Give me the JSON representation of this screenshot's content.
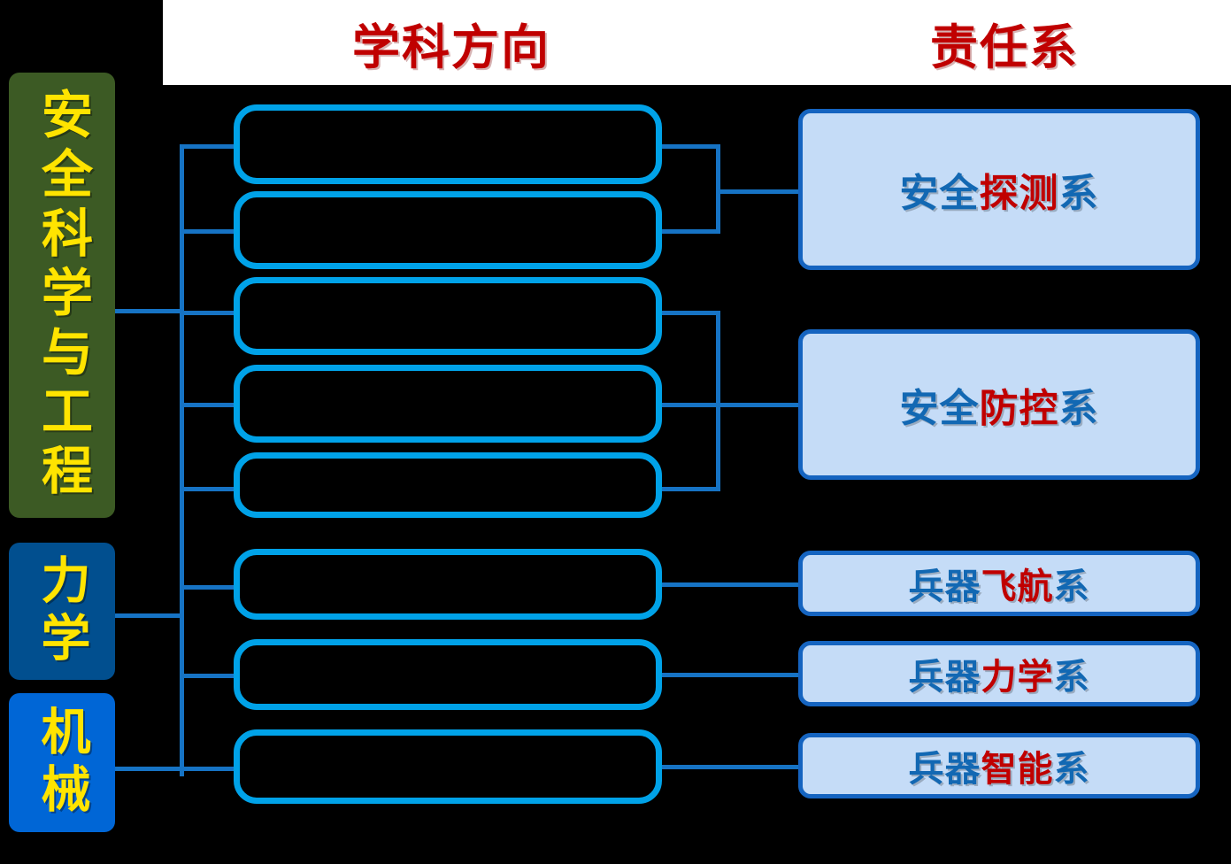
{
  "header": {
    "discipline_label": "学科方向",
    "department_label": "责任系",
    "accent_color": "#c00000",
    "bar_color": "#ffffff"
  },
  "categories": [
    {
      "id": "safety",
      "label": "安全科学与工程",
      "bg": "#3c5a24",
      "text_color": "#ffe400",
      "children": 5
    },
    {
      "id": "mechanics",
      "label": "力学",
      "bg": "#014f8f",
      "text_color": "#ffe400",
      "children": 2
    },
    {
      "id": "machinery",
      "label": "机械",
      "bg": "#0066d6",
      "text_color": "#ffe400",
      "children": 1
    }
  ],
  "directions": [
    {
      "index": 1,
      "label": ""
    },
    {
      "index": 2,
      "label": ""
    },
    {
      "index": 3,
      "label": ""
    },
    {
      "index": 4,
      "label": ""
    },
    {
      "index": 5,
      "label": ""
    },
    {
      "index": 6,
      "label": ""
    },
    {
      "index": 7,
      "label": ""
    },
    {
      "index": 8,
      "label": ""
    }
  ],
  "departments": [
    {
      "id": "detection",
      "prefix": "安全",
      "highlight": "探测",
      "suffix": "系",
      "full": "安全探测系"
    },
    {
      "id": "prevention",
      "prefix": "安全",
      "highlight": "防控",
      "suffix": "系",
      "full": "安全防控系"
    },
    {
      "id": "flight",
      "prefix": "兵器",
      "highlight": "飞航",
      "suffix": "系",
      "full": "兵器飞航系"
    },
    {
      "id": "mechanics-dep",
      "prefix": "兵器",
      "highlight": "力学",
      "suffix": "系",
      "full": "兵器力学系"
    },
    {
      "id": "intelligence",
      "prefix": "兵器",
      "highlight": "智能",
      "suffix": "系",
      "full": "兵器智能系"
    }
  ],
  "style": {
    "direction_box_border": "#00a2e8",
    "direction_box_fill": "#000000",
    "department_box_fill": "#c5dcf7",
    "department_box_border": "#1564c0",
    "department_text_blue": "#1268b3",
    "department_text_red": "#c00000",
    "connector_color": "#1673c4",
    "page_background": "#000000"
  }
}
